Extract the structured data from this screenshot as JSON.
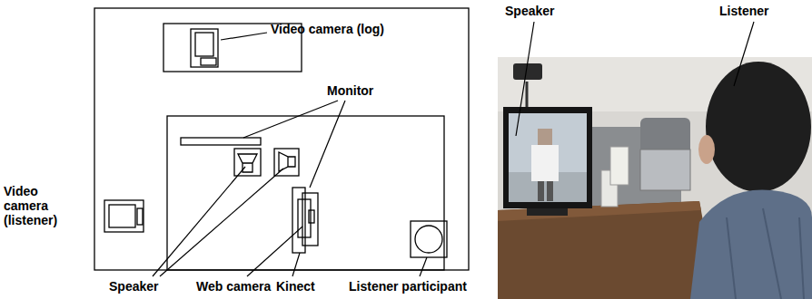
{
  "diagram": {
    "labels": [
      "Video camera (log)",
      "Monitor",
      "Video camera (listener)",
      "Speaker",
      "Web camera",
      "Kinect",
      "Listener participant",
      "Speaker",
      "Listener"
    ]
  }
}
